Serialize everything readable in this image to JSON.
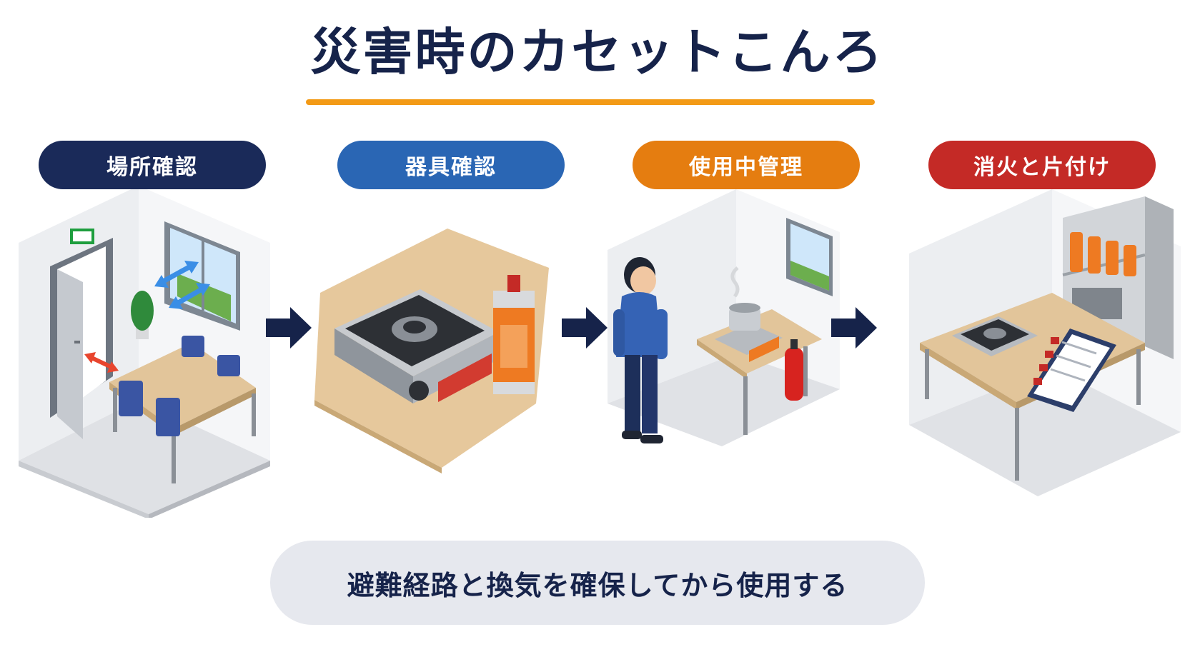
{
  "title": "災害時のカセットこんろ",
  "colors": {
    "navy": "#1a2a59",
    "blue": "#2a66b4",
    "orange": "#e57d10",
    "red": "#c42a26",
    "accent_underline": "#f39a16"
  },
  "steps": [
    {
      "label": "場所確認",
      "icon": "room-with-exit-and-window"
    },
    {
      "label": "器具確認",
      "icon": "portable-stove-and-gas-canister"
    },
    {
      "label": "使用中管理",
      "icon": "person-watching-stove-with-extinguisher"
    },
    {
      "label": "消火と片付け",
      "icon": "stove-with-checklist-and-storage-shelf"
    }
  ],
  "bottom_message": "避難経路と換気を確保してから使用する"
}
